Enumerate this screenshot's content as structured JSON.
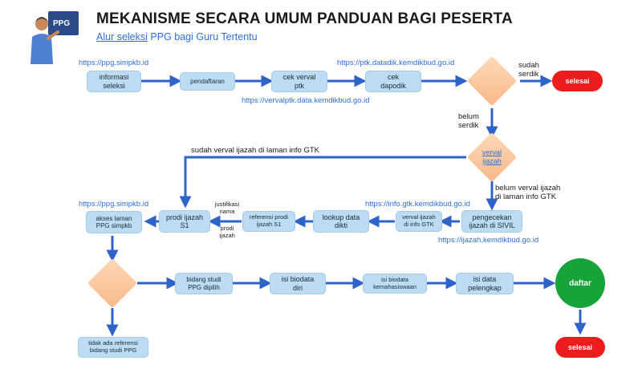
{
  "header": {
    "title": "MEKANISME SECARA UMUM PANDUAN BAGI PESERTA",
    "subtitle_link": "Alur seleksi",
    "subtitle_rest": " PPG bagi Guru Tertentu",
    "badge": "PPG"
  },
  "nodes": {
    "informasi_seleksi": [
      "informasi",
      "seleksi"
    ],
    "pendaftaran": [
      "pendaftaran"
    ],
    "cek_verval_ptk": [
      "cek verval",
      "ptk"
    ],
    "cek_dapodik": [
      "cek",
      "dapodik"
    ],
    "selesai_top": "selesai",
    "verval_ijazah": [
      "verval",
      "ijazah"
    ],
    "pengecekan_ijazah": [
      "pengecekan",
      "ijazah di SIVIL"
    ],
    "verval_ijazah_gtk": [
      "verval ijazah",
      "di info GTK"
    ],
    "lookup_data_dikti": [
      "lookup data",
      "dikti"
    ],
    "referensi_prodi": [
      "referensi prodi",
      "ijazah S1"
    ],
    "prodi_ijazah_s1": [
      "prodi ijazah",
      "S1"
    ],
    "akses_laman": [
      "akses laman",
      "PPG simpkb"
    ],
    "bidang_studi": [
      "bidang studi",
      "PPG dipilih"
    ],
    "isi_biodata_diri": [
      "isi biodata",
      "diri"
    ],
    "isi_biodata_mhs": [
      "isi biodata",
      "kemahasiswaan"
    ],
    "isi_data_pelengkap": [
      "isi data",
      "pelengkap"
    ],
    "daftar": "daftar",
    "selesai_bottom": "selesai",
    "tidak_ada_referensi": [
      "tidak ada referensi",
      "bidang studi PPG"
    ]
  },
  "links": {
    "simpkb_top": "https://ppg.simpkb.id",
    "datadik": "https://ptk.datadik.kemdikbud.go.id",
    "vervalptk": "https://vervalptk.data.kemdikbud.go.id",
    "info_gtk": "https://info.gtk.kemdikbud.go.id",
    "ijazah": "https://ijazah.kemdikbud.go.id",
    "simpkb_left": "https://ppg.simpkb.id"
  },
  "labels": {
    "sudah_serdik": [
      "sudah",
      "serdik"
    ],
    "belum_serdik": [
      "belum",
      "serdik"
    ],
    "sudah_verval": "sudah verval ijazah di laman info GTK",
    "belum_verval": [
      "belum verval ijazah",
      "di laman info GTK"
    ],
    "justifikasi": [
      "justifikasi",
      "nama"
    ],
    "prodi_ijazah_small": [
      "prodi",
      "ijazah"
    ]
  },
  "colors": {
    "box_fill": "#bcdcf3",
    "arrow": "#2e63c9",
    "end_red": "#ee1c1c",
    "start_green": "#16a339",
    "diamond": "#f6b98b",
    "link_blue": "#2f6fd6"
  }
}
